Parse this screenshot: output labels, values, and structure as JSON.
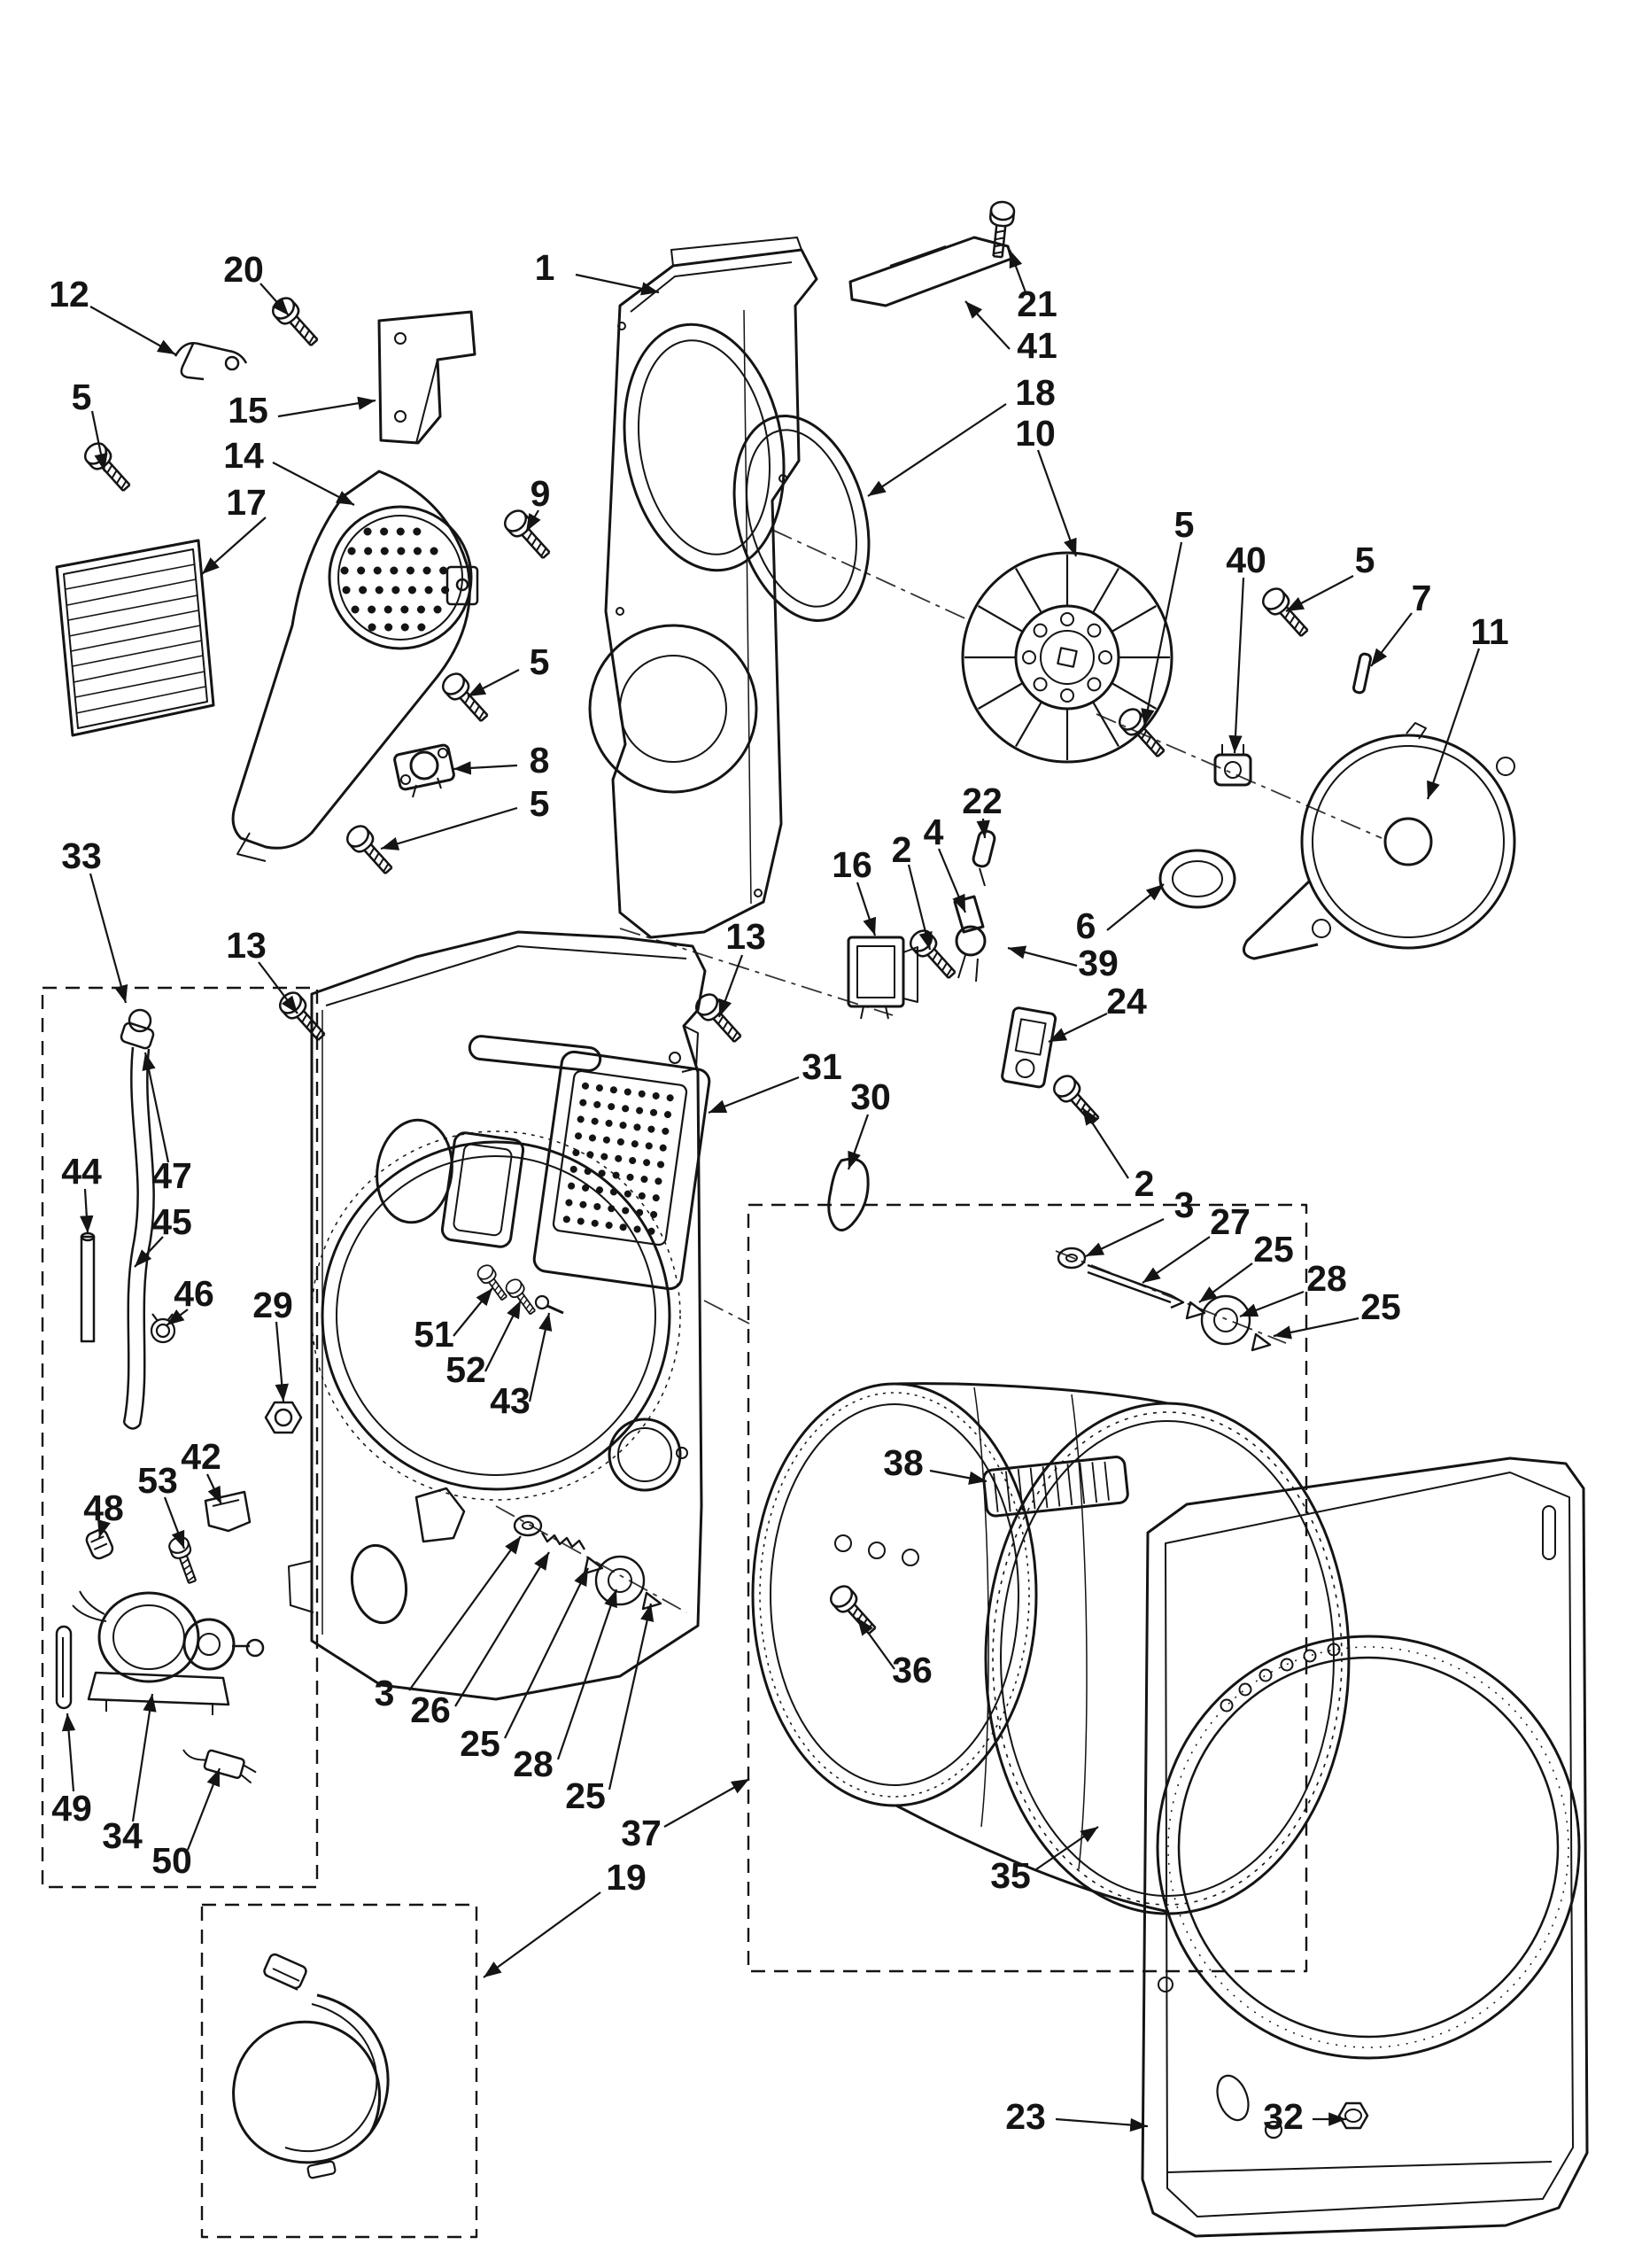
{
  "figure": {
    "type": "exploded-parts-diagram",
    "background_color": "#ffffff",
    "line_color": "#141414"
  },
  "callouts": [
    {
      "n": "12"
    },
    {
      "n": "20"
    },
    {
      "n": "5"
    },
    {
      "n": "15"
    },
    {
      "n": "14"
    },
    {
      "n": "17"
    },
    {
      "n": "1"
    },
    {
      "n": "9"
    },
    {
      "n": "21"
    },
    {
      "n": "41"
    },
    {
      "n": "18"
    },
    {
      "n": "10"
    },
    {
      "n": "5"
    },
    {
      "n": "40"
    },
    {
      "n": "5"
    },
    {
      "n": "7"
    },
    {
      "n": "11"
    },
    {
      "n": "5"
    },
    {
      "n": "8"
    },
    {
      "n": "5"
    },
    {
      "n": "33"
    },
    {
      "n": "13"
    },
    {
      "n": "13"
    },
    {
      "n": "16"
    },
    {
      "n": "2"
    },
    {
      "n": "4"
    },
    {
      "n": "22"
    },
    {
      "n": "6"
    },
    {
      "n": "39"
    },
    {
      "n": "24"
    },
    {
      "n": "31"
    },
    {
      "n": "30"
    },
    {
      "n": "2"
    },
    {
      "n": "3"
    },
    {
      "n": "27"
    },
    {
      "n": "25"
    },
    {
      "n": "28"
    },
    {
      "n": "25"
    },
    {
      "n": "44"
    },
    {
      "n": "47"
    },
    {
      "n": "45"
    },
    {
      "n": "46"
    },
    {
      "n": "29"
    },
    {
      "n": "51"
    },
    {
      "n": "52"
    },
    {
      "n": "43"
    },
    {
      "n": "38"
    },
    {
      "n": "42"
    },
    {
      "n": "53"
    },
    {
      "n": "48"
    },
    {
      "n": "36"
    },
    {
      "n": "3"
    },
    {
      "n": "26"
    },
    {
      "n": "25"
    },
    {
      "n": "28"
    },
    {
      "n": "25"
    },
    {
      "n": "37"
    },
    {
      "n": "19"
    },
    {
      "n": "49"
    },
    {
      "n": "34"
    },
    {
      "n": "50"
    },
    {
      "n": "35"
    },
    {
      "n": "23"
    },
    {
      "n": "32"
    }
  ]
}
